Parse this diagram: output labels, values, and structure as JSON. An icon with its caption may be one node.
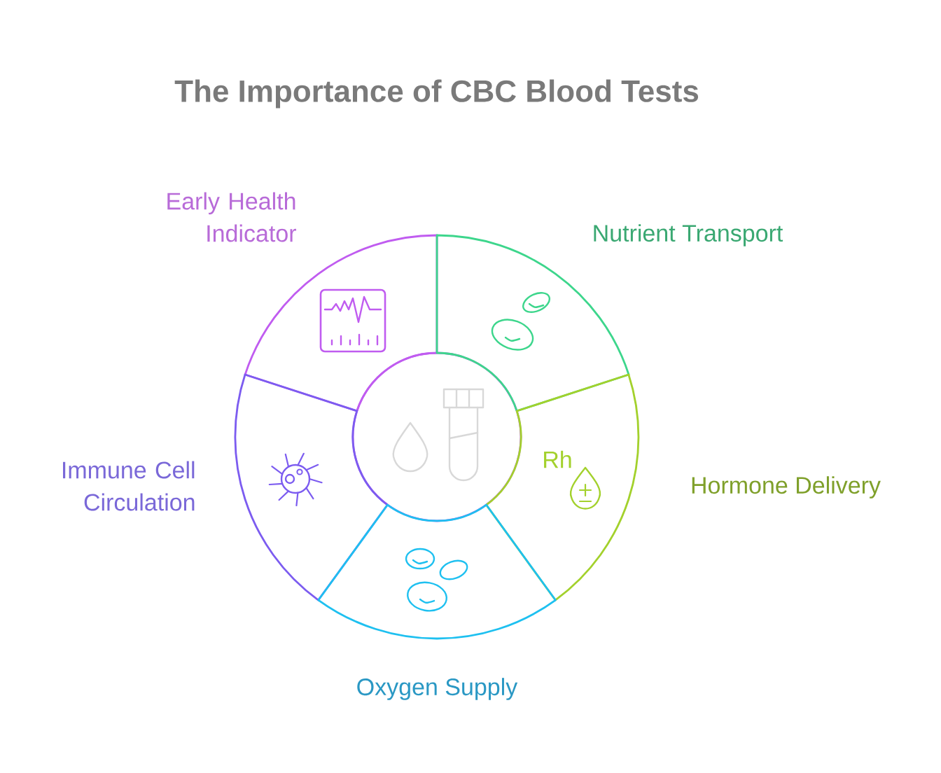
{
  "diagram": {
    "title": "The Importance of CBC Blood Tests",
    "nodes": [
      {
        "text": [
          "Early Health Indicator"
        ]
      },
      {
        "text": [
          "Nutrient Transport"
        ]
      },
      {
        "text": [
          "Immune Cell Circulation"
        ]
      },
      {
        "text": [
          "Hormone Delivery"
        ]
      },
      {
        "text": [
          "Oxygen Supply"
        ]
      },
      {
        "text": [],
        "shape": "circle"
      }
    ],
    "labels": [
      "Rh"
    ]
  }
}
